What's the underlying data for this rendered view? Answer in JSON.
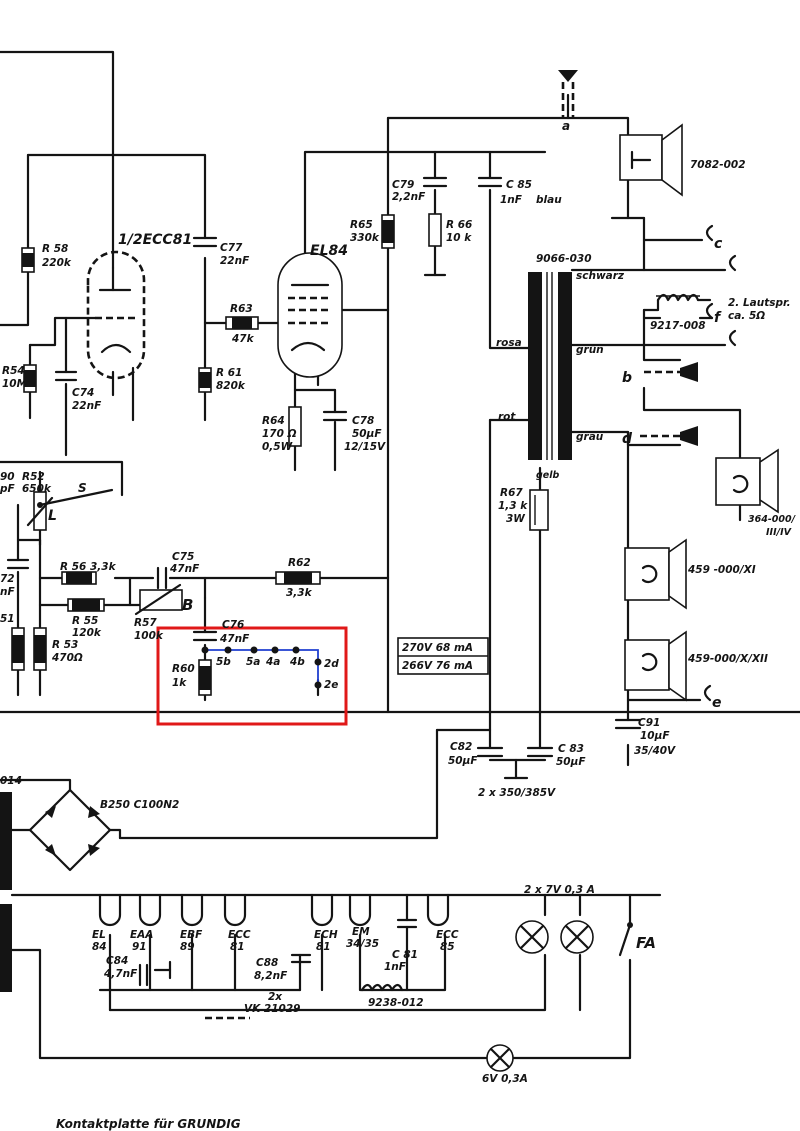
{
  "tubes": {
    "ecc81": "1/2ECC81",
    "el84": "EL84"
  },
  "components": {
    "R58": "R 58",
    "R58v": "220k",
    "C77": "C77",
    "C77v": "22nF",
    "R63": "R63",
    "R63v": "47k",
    "R61": "R 61",
    "R61v": "820k",
    "R54": "R54",
    "R54v": "10M",
    "C74": "C74",
    "C74v": "22nF",
    "R65": "R65",
    "R65v": "330k",
    "C79": "C79",
    "C79v": "2,2nF",
    "R66": "R 66",
    "R66v": "10 k",
    "C85": "C 85",
    "C85v": "1nF",
    "R64": "R64",
    "R64v1": "170 Ω",
    "R64v2": "0,5W",
    "C78": "C78",
    "C78v1": "50µF",
    "C78v2": "12/15V",
    "R52p": "90",
    "R52": "R52",
    "R52v": "650k",
    "R52pv": "pF",
    "S": "S",
    "L": "L",
    "R56": "R 56",
    "R56v": "3,3k",
    "C75": "C75",
    "C75v": "47nF",
    "R62": "R62",
    "R62v": "3,3k",
    "B": "B",
    "R55": "R 55",
    "R55v": "120k",
    "R57": "R57",
    "R57v": "100k",
    "C76": "C76",
    "C76v": "47nF",
    "R60": "R60",
    "R60v": "1k",
    "R53": "R 53",
    "R53v": "470Ω",
    "C72a": "72",
    "C72b": "nF",
    "R51": "51",
    "V1": "270V 68 mA",
    "V2": "266V 76 mA",
    "C82": "C82",
    "C82v": "50µF",
    "C83": "C 83",
    "C83v": "50µF",
    "C8283": "2 x 350/385V",
    "R67": "R67",
    "R67v1": "1,3 k",
    "R67v2": "3W",
    "C91": "C91",
    "C91v1": "10µF",
    "C91v2": "35/40V",
    "B250": "B250 C100N2",
    "T014": "014"
  },
  "contacts": [
    "5b",
    "5a",
    "4a",
    "4b",
    "2d",
    "2e"
  ],
  "transformer": {
    "id": "9066-030",
    "schwarz": "schwarz",
    "rosa": "rosa",
    "gruen": "grün",
    "rot": "rot",
    "grau": "grau",
    "gelb": "gelb",
    "blau": "blau"
  },
  "speakers": {
    "sp1": "7082-002",
    "sp2": "364-000/",
    "sp2b": "III/IV",
    "sp3": "459 -000/XI",
    "sp4": "459-000/X/XII",
    "coil": "9217-008",
    "ext1": "2. Lautspr.",
    "ext2": "ca. 5Ω"
  },
  "jacks": {
    "a": "a",
    "b": "b",
    "c": "c",
    "d": "d",
    "e": "e",
    "f": "f"
  },
  "heater": {
    "tubes": [
      {
        "n": "EL",
        "t": "84"
      },
      {
        "n": "EAA",
        "t": "91"
      },
      {
        "n": "EBF",
        "t": "89"
      },
      {
        "n": "ECC",
        "t": "81"
      },
      {
        "n": "ECH",
        "t": "81"
      },
      {
        "n": "EM",
        "t": "34/35"
      },
      {
        "n": "ECC",
        "t": "85"
      }
    ],
    "C84": "C84",
    "C84v": "4,7nF",
    "C88": "C88",
    "C88v": "8,2nF",
    "C81": "C 81",
    "C81v": "1nF",
    "coil": "9238-012",
    "vk1": "2x",
    "vk2": "VK 21029",
    "lamps": "2 x 7V 0,3 A",
    "lamp3": "6V 0,3A",
    "FA": "FA"
  },
  "footer": "Kontaktplatte für  GRUNDIG",
  "colors": {
    "ink": "#141414",
    "highlight": "#e01818",
    "wire_blue": "#1f3fd0"
  }
}
